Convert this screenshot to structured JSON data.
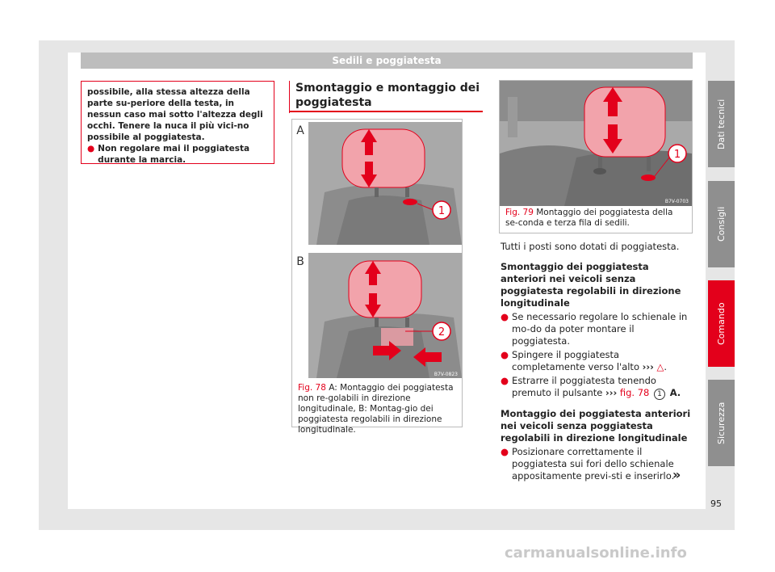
{
  "header": {
    "title": "Sedili e poggiatesta"
  },
  "warning": {
    "text1": "possibile, alla stessa altezza della parte su-periore della testa, in nessun caso mai sotto l'altezza degli occhi. Tenere la nuca il più vici-no possibile al poggiatesta.",
    "bullet1": "Non regolare mai il poggiatesta durante la marcia."
  },
  "section": {
    "title": "Smontaggio e montaggio dei poggiatesta"
  },
  "fig78": {
    "label_a": "A",
    "label_b": "B",
    "marker1": "1",
    "marker2": "2",
    "code": "B7V-0823",
    "fig_label": "Fig. 78",
    "caption": "A: Montaggio dei poggiatesta non re-golabili in direzione longitudinale, B: Montag-gio dei poggiatesta regolabili in direzione longitudinale."
  },
  "fig79": {
    "marker1": "1",
    "code": "B7V-0703",
    "fig_label": "Fig. 79",
    "caption": "Montaggio dei poggiatesta della se-conda e terza fila di sedili."
  },
  "body": {
    "intro": "Tutti i posti sono dotati di poggiatesta.",
    "sub1": "Smontaggio dei poggiatesta anteriori nei veicoli senza poggiatesta regolabili in direzione longitudinale",
    "s1_item1": "Se necessario regolare lo schienale in mo-do da poter montare il poggiatesta.",
    "s1_item2": "Spingere il poggiatesta completamente verso l'alto",
    "s1_item3_a": "Estrarre il poggiatesta tenendo premuto il pulsante",
    "s1_item3_ref": "fig. 78",
    "s1_item3_num": "1",
    "s1_item3_b": "A.",
    "sub2": "Montaggio dei poggiatesta anteriori nei veicoli senza poggiatesta regolabili in direzione longitudinale",
    "s2_item1": "Posizionare correttamente il poggiatesta sui fori dello schienale appositamente previ-sti e inserirlo."
  },
  "tabs": [
    "Dati tecnici",
    "Consigli",
    "Comando",
    "Sicurezza"
  ],
  "page_number": "95",
  "next_marker": "»",
  "footer": {
    "watermark": "carmanualsonline.info"
  },
  "colors": {
    "accent": "#e3001b",
    "tab_gray": "#8f8f8f"
  }
}
